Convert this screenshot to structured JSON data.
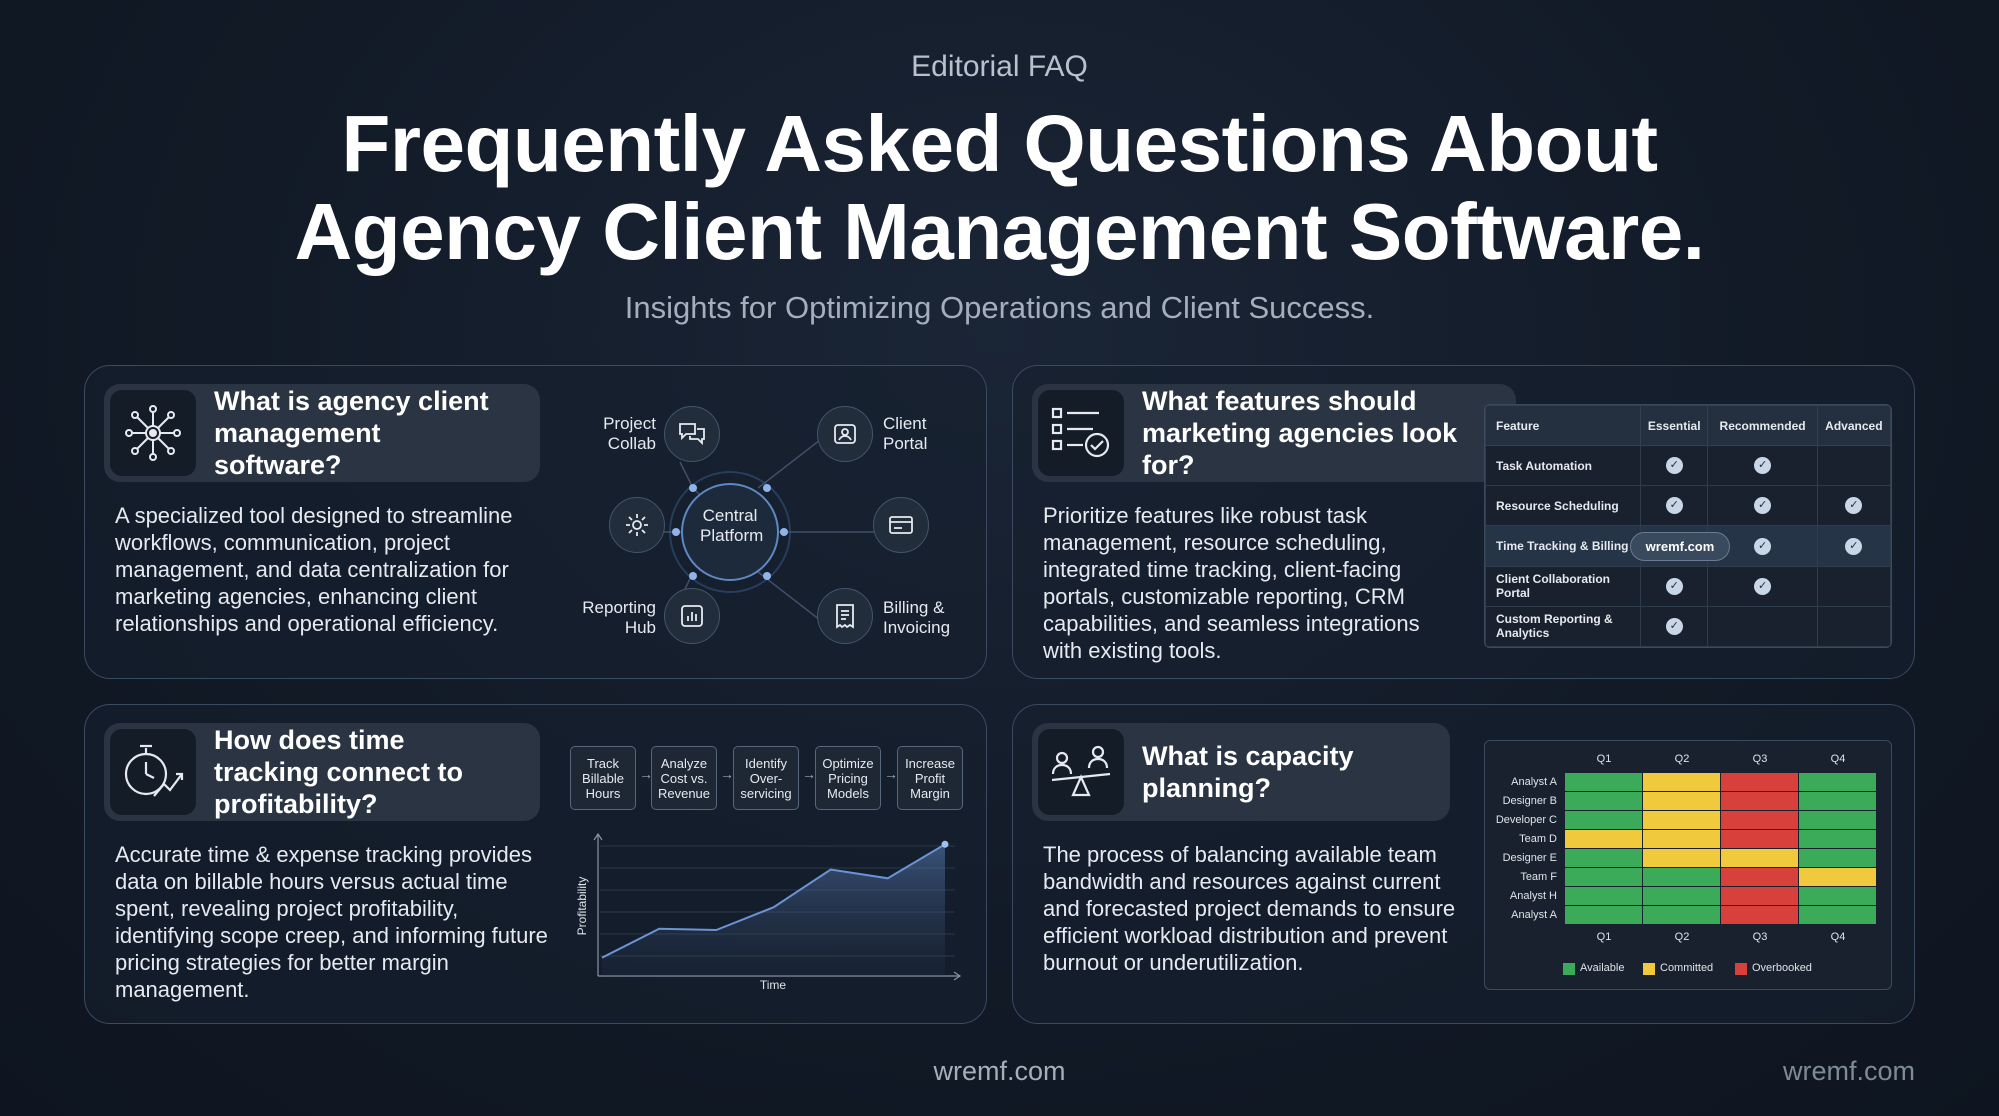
{
  "header": {
    "eyebrow": "Editorial FAQ",
    "title_line1": "Frequently Asked Questions About",
    "title_line2": "Agency Client Management Software.",
    "subtitle": "Insights for Optimizing Operations and Client Success."
  },
  "card1": {
    "question": "What is agency client management software?",
    "answer": "A specialized tool designed to streamline workflows, communication, project management, and data centralization for marketing agencies, enhancing client relationships and operational efficiency.",
    "diagram": {
      "center": "Central Platform",
      "nodes": [
        "Project Collab",
        "Client Portal",
        "Reporting Hub",
        "Billing & Invoicing"
      ]
    }
  },
  "card2": {
    "question": "What features should marketing agencies look for?",
    "answer": "Prioritize features like robust task management, resource scheduling, integrated time tracking, client-facing portals, customizable reporting, CRM capabilities, and seamless integrations with existing tools.",
    "table": {
      "headers": [
        "Feature",
        "Essential",
        "Recommended",
        "Advanced"
      ],
      "rows": [
        {
          "feature": "Task Automation",
          "checks": [
            true,
            true,
            false
          ]
        },
        {
          "feature": "Resource Scheduling",
          "checks": [
            true,
            true,
            true
          ]
        },
        {
          "feature": "Time Tracking & Billing",
          "checks": [
            false,
            true,
            true
          ]
        },
        {
          "feature": "Client Collaboration Portal",
          "checks": [
            true,
            true,
            false
          ]
        },
        {
          "feature": "Custom Reporting & Analytics",
          "checks": [
            true,
            false,
            false
          ]
        }
      ],
      "pill": "wremf.com"
    }
  },
  "card3": {
    "question": "How does time tracking connect to profitability?",
    "answer": "Accurate time & expense tracking provides data on billable hours versus actual time spent, revealing project profitability, identifying scope creep, and informing future pricing strategies for better margin management.",
    "steps": [
      "Track Billable Hours",
      "Analyze Cost vs. Revenue",
      "Identify Over-servicing",
      "Optimize Pricing Models",
      "Increase Profit Margin"
    ],
    "chart_data": {
      "type": "area",
      "xlabel": "Time",
      "ylabel": "Profitability",
      "values": [
        0.05,
        0.28,
        0.27,
        0.45,
        0.75,
        0.68,
        0.95
      ]
    }
  },
  "card4": {
    "question": "What is capacity planning?",
    "answer": "The process of balancing available team bandwidth and resources against current and forecasted project demands to ensure efficient workload distribution and prevent burnout or underutilization.",
    "heatmap": {
      "quarters": [
        "Q1",
        "Q2",
        "Q3",
        "Q4"
      ],
      "rows": [
        {
          "name": "Analyst A",
          "status": [
            "Available",
            "Committed",
            "Overbooked",
            "Available"
          ]
        },
        {
          "name": "Designer B",
          "status": [
            "Available",
            "Committed",
            "Overbooked",
            "Available"
          ]
        },
        {
          "name": "Developer C",
          "status": [
            "Available",
            "Committed",
            "Overbooked",
            "Available"
          ]
        },
        {
          "name": "Team D",
          "status": [
            "Committed",
            "Committed",
            "Overbooked",
            "Available"
          ]
        },
        {
          "name": "Designer E",
          "status": [
            "Available",
            "Committed",
            "Committed",
            "Available"
          ]
        },
        {
          "name": "Team F",
          "status": [
            "Available",
            "Available",
            "Overbooked",
            "Committed"
          ]
        },
        {
          "name": "Analyst H",
          "status": [
            "Available",
            "Available",
            "Overbooked",
            "Available"
          ]
        },
        {
          "name": "Analyst A",
          "status": [
            "Available",
            "Available",
            "Overbooked",
            "Available"
          ]
        }
      ],
      "legend": [
        "Available",
        "Committed",
        "Overbooked"
      ],
      "colors": {
        "Available": "#3bab5a",
        "Committed": "#f0c93c",
        "Overbooked": "#d8403c"
      }
    }
  },
  "footer": {
    "center": "wremf.com",
    "right": "wremf.com"
  }
}
